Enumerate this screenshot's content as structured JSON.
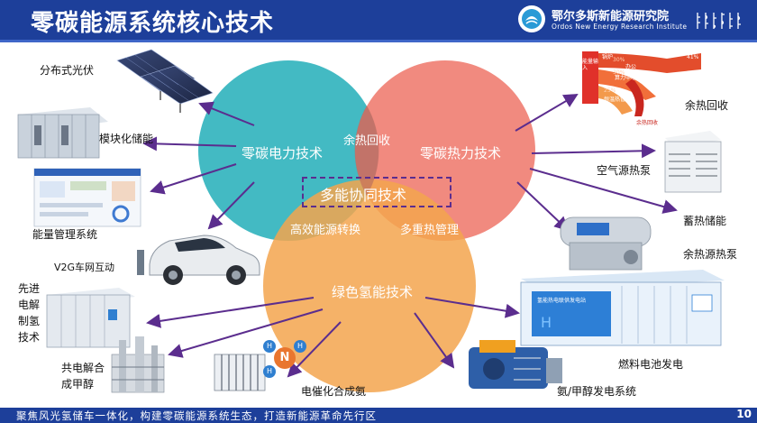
{
  "header": {
    "title": "零碳能源系统核心技术",
    "org_name_cn": "鄂尔多斯新能源研究院",
    "org_name_en": "Ordos New Energy Research Institute"
  },
  "venn": {
    "core": "多能协同技术",
    "circles": [
      {
        "label": "零碳电力技术",
        "color": "#2fb3bd"
      },
      {
        "label": "零碳热力技术",
        "color": "#ef7669"
      },
      {
        "label": "绿色氢能技术",
        "color": "#f3a44d"
      }
    ],
    "overlaps": {
      "power_thermal": "余热回收",
      "power_hydrogen": "高效能源转换",
      "thermal_hydrogen": "多重热管理"
    }
  },
  "applications": {
    "power": [
      "分布式光伏",
      "模块化储能",
      "能量管理系统",
      "V2G车网互动"
    ],
    "thermal": [
      "余热回收",
      "空气源热泵",
      "蓄热储能",
      "余热源热泵"
    ],
    "hydrogen": [
      "先进\n电解\n制氢\n技术",
      "共电解合\n成甲醇",
      "电催化合成氨",
      "燃料电池发电",
      "氨/甲醇发电系统"
    ]
  },
  "sankey_labels": [
    "能量输入",
    "锅炉",
    "办公",
    "算力中心",
    "恒温热管理",
    "余热回收",
    "41%",
    "30%",
    "30%",
    "25%"
  ],
  "ammonia_molecule": {
    "center": "N",
    "atom": "H"
  },
  "footer": {
    "slogan": "聚焦风光氢储车一体化，构建零碳能源系统生态，打造新能源革命先行区",
    "page": "10"
  },
  "colors": {
    "header_bg": "#1d3f9a",
    "arrow": "#5b2d8e"
  }
}
